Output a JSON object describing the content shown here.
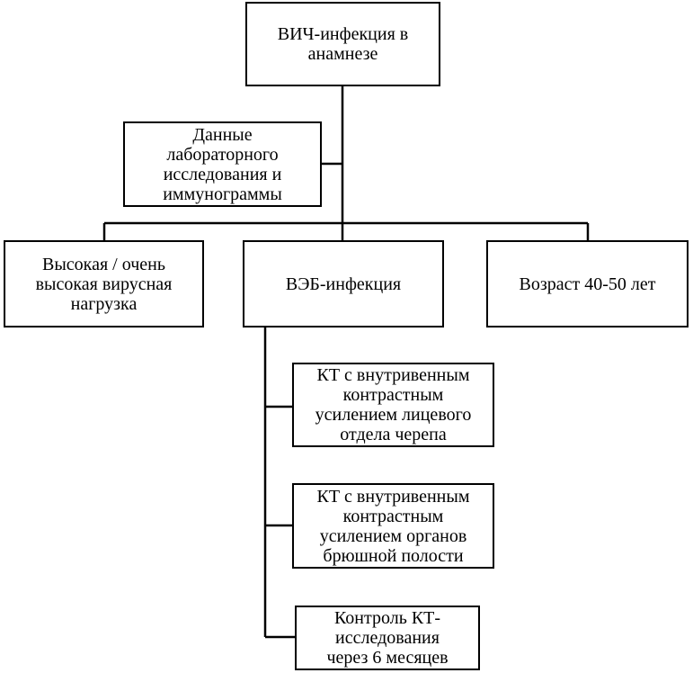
{
  "nodes": {
    "hiv": {
      "lines": [
        "ВИЧ-инфекция в",
        "анамнезе"
      ]
    },
    "lab": {
      "lines": [
        "Данные",
        "лабораторного",
        "исследования и",
        "иммунограммы"
      ]
    },
    "viral_load": {
      "lines": [
        "Высокая / очень",
        "высокая вирусная",
        "нагрузка"
      ]
    },
    "ebv": {
      "lines": [
        "ВЭБ-инфекция"
      ]
    },
    "age": {
      "lines": [
        "Возраст 40-50 лет"
      ]
    },
    "ct_face": {
      "lines": [
        "КТ с внутривенным",
        "контрастным",
        "усилением лицевого",
        "отдела черепа"
      ]
    },
    "ct_abdomen": {
      "lines": [
        "КТ с внутривенным",
        "контрастным",
        "усилением органов",
        "брюшной полости"
      ]
    },
    "ct_control": {
      "lines": [
        "Контроль КТ-",
        "исследования",
        "через 6 месяцев"
      ]
    }
  }
}
